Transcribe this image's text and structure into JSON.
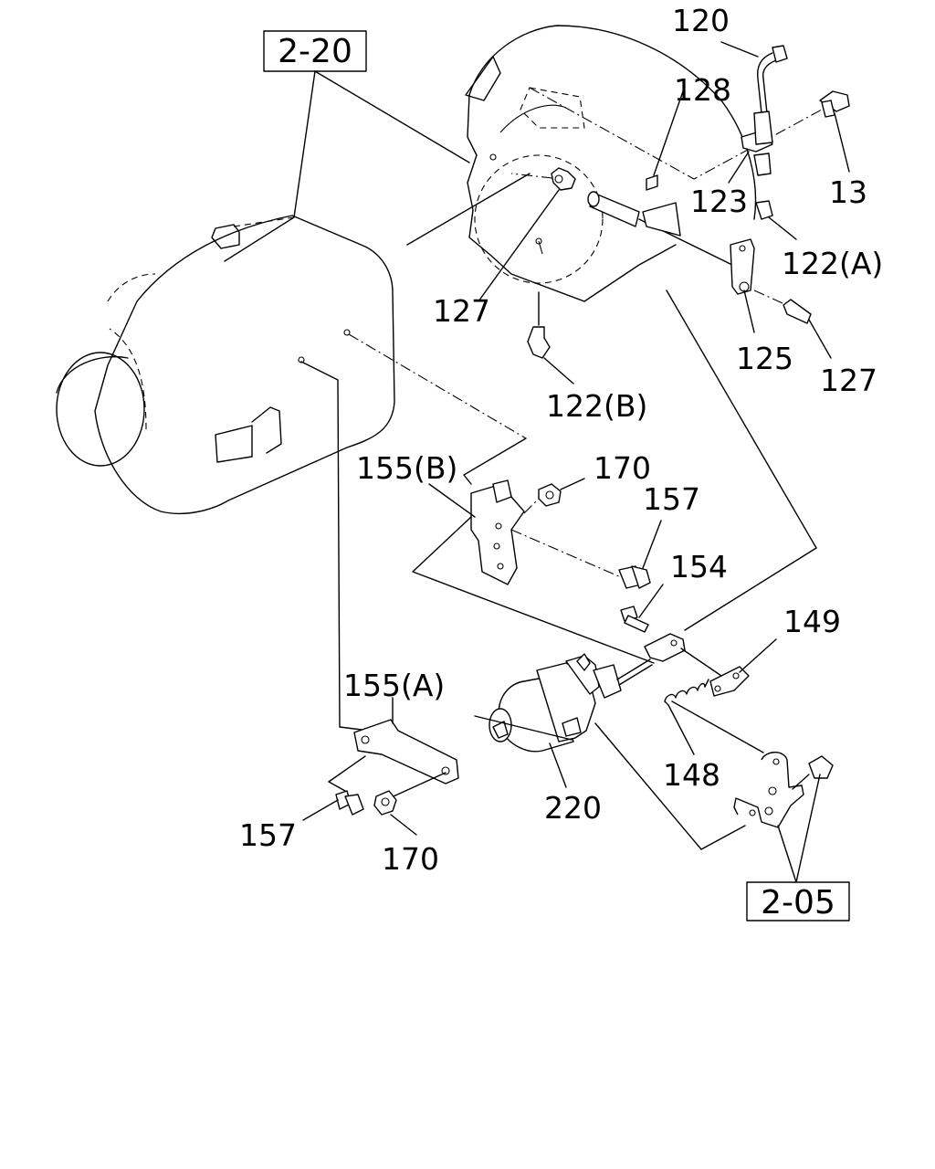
{
  "references": [
    "2-20",
    "2-05"
  ],
  "labels": {
    "p120": "120",
    "p128": "128",
    "p123": "123",
    "p13": "13",
    "p122a": "122(A)",
    "p127a": "127",
    "p125": "125",
    "p127b": "127",
    "p122b": "122(B)",
    "p155b": "155(B)",
    "p170a": "170",
    "p157a": "157",
    "p154": "154",
    "p149": "149",
    "p155a": "155(A)",
    "p148": "148",
    "p220": "220",
    "p157b": "157",
    "p170b": "170"
  }
}
